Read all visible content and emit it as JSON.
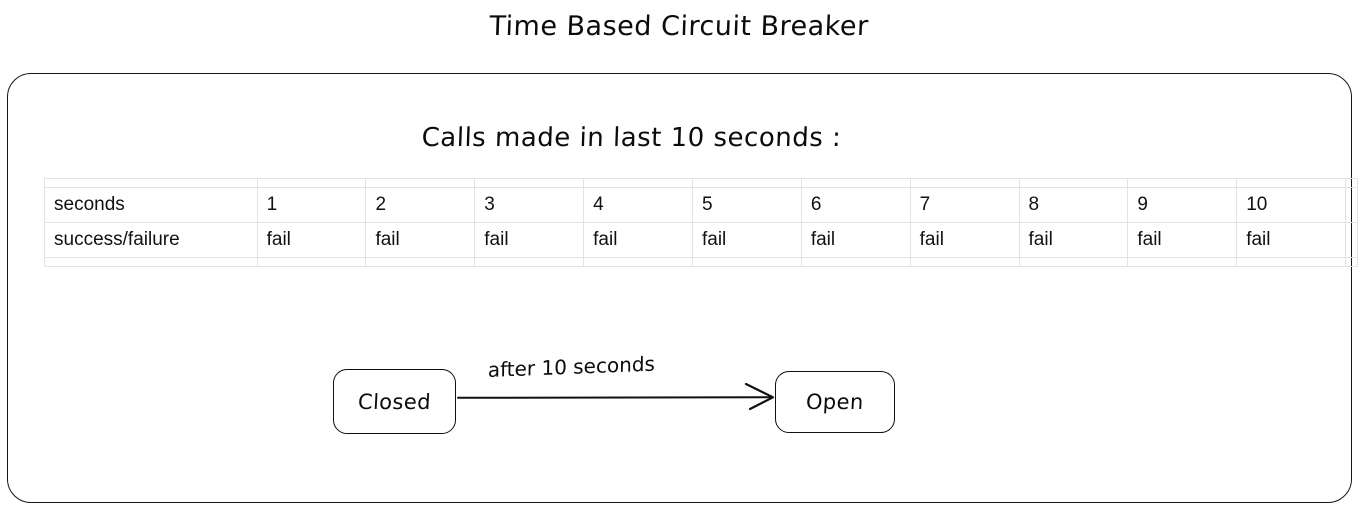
{
  "title": "Time Based Circuit Breaker",
  "panel": {
    "caption": "Calls made in last 10 seconds :"
  },
  "table": {
    "rows": [
      {
        "label": "seconds",
        "cells": [
          "1",
          "2",
          "3",
          "4",
          "5",
          "6",
          "7",
          "8",
          "9",
          "10"
        ]
      },
      {
        "label": "success/failure",
        "cells": [
          "fail",
          "fail",
          "fail",
          "fail",
          "fail",
          "fail",
          "fail",
          "fail",
          "fail",
          "fail"
        ]
      }
    ]
  },
  "state_machine": {
    "nodes": [
      {
        "id": "closed",
        "label": "Closed"
      },
      {
        "id": "open",
        "label": "Open"
      }
    ],
    "transition": {
      "label": "after 10 seconds",
      "from": "closed",
      "to": "open"
    }
  },
  "colors": {
    "ink": "#111111",
    "grid_line": "#e3e3e3",
    "background": "#ffffff"
  }
}
